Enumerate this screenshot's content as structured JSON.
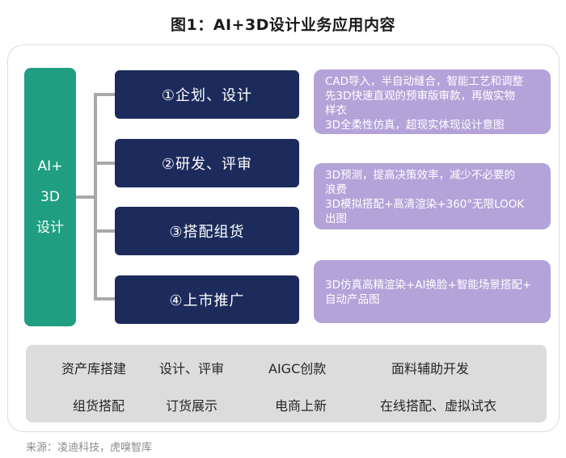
{
  "title": "图1：AI+3D设计业务应用内容",
  "ai_box": {
    "line1": "AI+",
    "line2": "3D",
    "line3": "设计",
    "color": "#1f9e82"
  },
  "steps": [
    {
      "label": "①企划、设计"
    },
    {
      "label": "②研发、评审"
    },
    {
      "label": "③搭配组货"
    },
    {
      "label": "④上市推广"
    }
  ],
  "notes": [
    {
      "lines": [
        "CAD导入，半自动缝合，智能工艺和调整",
        "先3D快速直观的预审版审款，再做实物",
        "样衣",
        "3D全柔性仿真，超现实体现设计意图"
      ]
    },
    {
      "lines": [
        "3D预测，提高决策效率，减少不必要的",
        "浪费",
        "3D模拟搭配+高清渲染+360°无限LOOK",
        "出图"
      ]
    },
    {
      "lines": [
        "3D仿真高精渲染+AI换脸+智能场景搭配+",
        "自动产品图"
      ]
    }
  ],
  "bottom_tags": {
    "row1": [
      "资产库搭建",
      "设计、评审",
      "AIGC创款",
      "面料辅助开发"
    ],
    "row2": [
      "组货搭配",
      "订货展示",
      "电商上新",
      "在线搭配、虚拟试衣"
    ]
  },
  "source": "来源：凌迪科技，虎嗅智库",
  "colors": {
    "step_bg": "#1c2b5c",
    "note_bg": "#b3a3d9",
    "bottom_bg": "#dcdcdc",
    "connector": "#a9a9a9"
  }
}
